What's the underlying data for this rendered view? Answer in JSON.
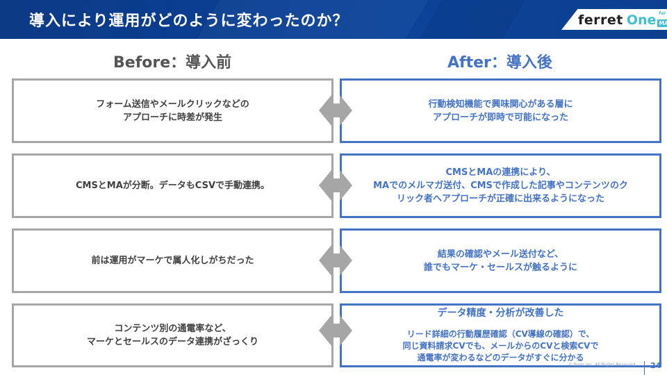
{
  "header": {
    "title": "導入により運用がどのように変わったのか？",
    "logo": {
      "brand_main": "ferret",
      "brand_accent": "One",
      "for_label": "for",
      "ma_badge": "MA"
    }
  },
  "columns": {
    "before_heading": "Before：導入前",
    "after_heading": "After：導入後"
  },
  "rows": [
    {
      "before": [
        "フォーム送信やメールクリックなどの",
        "アプローチに時差が発生"
      ],
      "after": [
        "行動検知機能で興味関心がある層に",
        "アプローチが即時で可能になった"
      ]
    },
    {
      "before": [
        "CMSとMAが分断。データもCSVで手動連携。"
      ],
      "after": [
        "CMSとMAの連携により、",
        "MAでのメルマガ送付、CMSで作成した記事やコンテンツのク",
        "リック者へアプローチが正確に出来るようになった"
      ]
    },
    {
      "before": [
        "前は運用がマーケで属人化しがちだった"
      ],
      "after": [
        "結果の確認やメール送付など、",
        "誰でもマーケ・セールスが触るように"
      ]
    },
    {
      "before": [
        "コンテンツ別の通電率など、",
        "マーケとセールスのデータ連携がざっくり"
      ],
      "after_heading": "データ精度・分析が改善した",
      "after": [
        "リード詳細の行動履歴確認（CV導線の確認）で、",
        "同じ資料請求CVでも、メールからのCVと検索CVで",
        "通電率が変わるなどのデータがすぐに分かる"
      ]
    }
  ],
  "footer": {
    "copyright": "© Basic Inc. All Rights Reserved.",
    "page_number": "24"
  },
  "colors": {
    "header_bg": "#0b3f91",
    "before_border": "#a6a6a6",
    "after_accent": "#4472c4",
    "logo_accent": "#3fbfd0"
  }
}
